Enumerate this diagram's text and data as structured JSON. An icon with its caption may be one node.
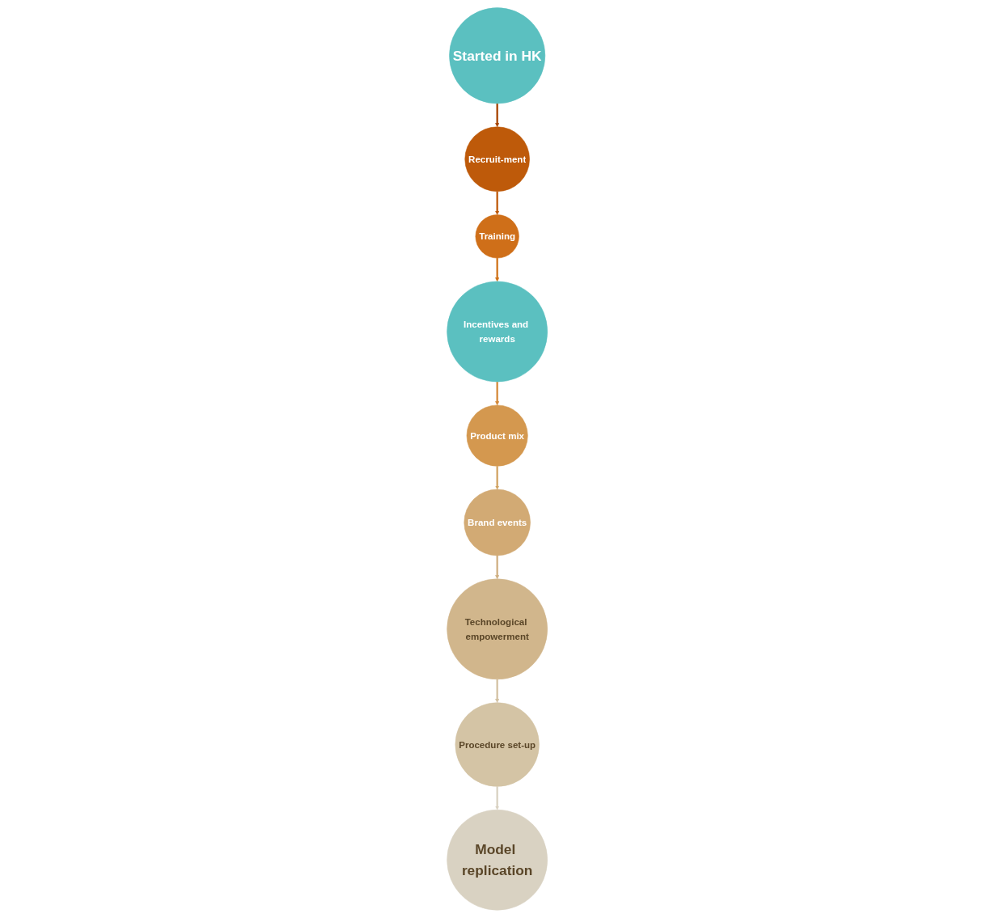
{
  "diagram": {
    "nodes": [
      {
        "text": [
          "Started in HK"
        ]
      },
      {
        "text": [
          "Brand events"
        ]
      },
      {
        "text": [
          "Technological empowerment"
        ]
      },
      {
        "text": [
          "Recruit-ment"
        ]
      },
      {
        "text": [
          "Product mix"
        ]
      },
      {
        "text": [
          "Procedure set-up"
        ]
      },
      {
        "text": [
          "Training"
        ]
      },
      {
        "text": [
          "Incentives and rewards"
        ]
      },
      {
        "text": [
          "Model replication"
        ]
      }
    ],
    "edges": [
      {
        "from": 0,
        "to": 3,
        "arrow": "to",
        "color": "#a64300"
      },
      {
        "from": 3,
        "to": 6,
        "arrow": "to",
        "color": "#bf5a0b"
      },
      {
        "from": 6,
        "to": 7,
        "arrow": "to",
        "color": "#d0731a"
      },
      {
        "from": 7,
        "to": 4,
        "arrow": "to",
        "color": "#d58a3a"
      },
      {
        "from": 4,
        "to": 1,
        "arrow": "to",
        "color": "#d2a463"
      },
      {
        "from": 1,
        "to": 2,
        "arrow": "to",
        "color": "#d0b083"
      },
      {
        "from": 2,
        "to": 5,
        "arrow": "to",
        "color": "#d4c2a3"
      },
      {
        "from": 5,
        "to": 8,
        "arrow": "to",
        "color": "#d9d2c2"
      }
    ]
  }
}
